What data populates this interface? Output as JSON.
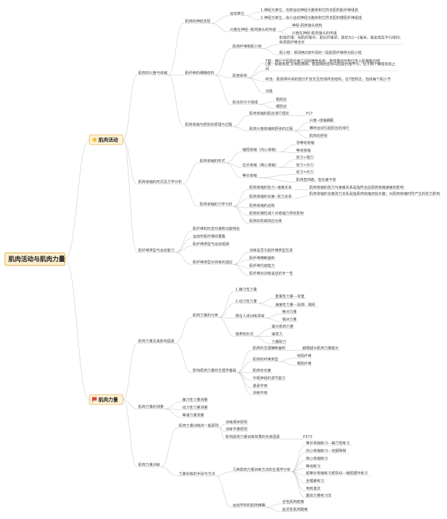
{
  "colors": {
    "root_fill": "#fdeecf",
    "root_border": "#e0b04a",
    "branch_fill": "#fff3d6",
    "branch_border": "#e2b35a",
    "edge": "#c9c9c9"
  },
  "root": {
    "label": "肌肉活动与肌肉力量"
  },
  "branches": [
    {
      "id": "muscle-activity",
      "icon": "sun-icon",
      "label": "肌肉活动"
    },
    {
      "id": "muscle-strength",
      "icon": "flag-icon",
      "label": "肌肉力量"
    }
  ],
  "nodes": {
    "a1": "肌肉的兴奋与收缩",
    "a1a": "肌肉的神经支配",
    "a1a1": "运动单位",
    "a1a1a": "1.神经元单位，也称运动神经元胞体和它所支配的肌纤维组成",
    "a1a1b": "2.神经元单位，由小运动神经元胞体和它所支配的慢肌纤维组成",
    "a1a2": "兴奋在神经--肌肉接头的传递",
    "a1a2a": "神经-肌肉接头结构",
    "a1a2b": "兴奋在神经-肌肉接头的传递",
    "a1b": "肌纤维的细微结构",
    "a1b1": "肌肉纤维和肌小结",
    "a1b1a": "肌原纤维：在肌纤维中，呈长纤维状，直径为1~2毫米，彼此相互平行排列，纵贯肌纤维全长",
    "a1b1b": "肌小结：相邻两Z线中间的一段肌原纤维称为肌小结",
    "a1b2": "肌管系统",
    "a1b2a": "T管：横行于肌原纤维之间的横管系统，能将膜动作电位传入肌细胞内部",
    "a1b2b": "L管：纵管系统,又称肌质网，肌浆网的走向与肌原纤维平行，位于两个横管系统之间",
    "a1b2c": "终池：肌浆网中间的部分扩张交互形成终池结构，在T管附近，包绕每个肌小节",
    "a1b2d": "功能",
    "a1b3": "肌丝的分子组成",
    "a1b3a": "粗肌丝",
    "a1b3b": "细肌丝",
    "a1c": "肌肉收缩与舒张的原理与过程",
    "a1c1": "肌肉收缩的肌丝滑行理论",
    "a1c1a": "P17",
    "a1c2": "肌肉兴奋收缩和舒张的过程",
    "a1c2a": "兴奋--收缩耦联",
    "a1c2b": "横桥运动引起肌丝的滑行",
    "a1c2c": "肌肉的舒张",
    "a2": "肌肉收缩的形式及力学分析",
    "a2a": "肌肉收缩的形式",
    "a2a1": "缩短收缩（向心收缩）",
    "a2a1a": "非等动收缩",
    "a2a1b": "等动收缩",
    "a2a2": "拉长收缩（离心收缩）",
    "a2a2a": "张力>阻力",
    "a2a2b": "张力<外力",
    "a2a3": "等长收缩",
    "a2a3a": "张力=外力",
    "a2a3b": "肌肉直饰稳、但长度不变",
    "a2b": "肌肉收缩的力学分析",
    "a2b1": "肌肉收缩的张力--速度关系",
    "a2b1a": "肌肉收缩的张力与速度关系是指符合此肌肉收缩速度的影响",
    "a2b2": "肌肉收缩的长度--张力关系",
    "a2b2a": "肌肉收缩的长度张力关系是指肌肉收缩初始长度；对肌肉收缩时所产生的张力影响",
    "a2b3": "肌肉收缩的总和",
    "a2b4": "肌肉的弹性减少对收缩力学的影响",
    "a2b5": "肌肉的机械效应功率",
    "a3": "肌纤维类型与运动能力",
    "a3a": "肌纤维的形态代谢和功能特征",
    "a3b": "运动时肌纤维的募集",
    "a3c": "肌纤维类型与运动成绩",
    "a3d": "肌纤维类型对训练的适应",
    "a3d1": "训练是否引起纤维类型互变",
    "a3d2": "肌纤维横断面积",
    "a3d3": "肌纤维代谢能力",
    "a3d4": "肌纤维对训练适应的专一性",
    "b1": "肌肉力量及其影响因素",
    "b1a": "肌肉力量的分类",
    "b1a1": "1.静力性力量",
    "b1a2": "2.动力性力量",
    "b1a2a": "重量性力量---举重",
    "b1a2b": "速度性力量---投掷、跳跃",
    "b1a3": "按在人体训练领域",
    "b1a3a": "绝对力量",
    "b1a3b": "相对力量",
    "b1a4": "按表现形式",
    "b1a4a": "最大肌肉力量",
    "b1a4b": "爆发力",
    "b1a4c": "力量耐力",
    "b1b": "影响肌肉力量的生理学基础",
    "b1b1": "肌肉的生理横断面积",
    "b1b1a": "越粗越大肌肉力量越大",
    "b1b2": "肌肉的纤维类型",
    "b1b2a": "快肌纤维",
    "b1b2b": "慢肌纤维",
    "b1b3": "肌肉初长度",
    "b1b4": "中枢神经的调节能力",
    "b1b5": "激素作用",
    "b1b6": "训练作用",
    "b2": "肌肉力量的测量",
    "b2a": "静力性力量测量",
    "b2b": "动力性力量测量",
    "b2c": "等速力量测量",
    "b3": "肌肉力量训练",
    "b3a": "肌肉力量训练的一般原则",
    "b3a1": "训练顺序原则",
    "b3a2": "训练节奏原则",
    "b3a3": "影响肌肉力量训练效果的负荷因素",
    "b3a3a": "P373",
    "b3b": "力量训练的手段与方法",
    "b3b1": "几种肌肉力量训练方法的生理学分析",
    "b3b1a": "等长收缩练习---静力性练习",
    "b3b1b": "向心收缩练习---克服障碍",
    "b3b1c": "离心收缩练习",
    "b3b1d": "等动练习",
    "b3b1e": "超等长收缩练习或举动---缩短循环练习",
    "b3b1f": "全幅度练习",
    "b3b1g": "电刺激法",
    "b3b1h": "震动力量练习法",
    "b3b2": "运动学校的肌肉精确",
    "b3b2a": "全性肌肉痉痛",
    "b3b2b": "延迟性肌肉酸痛"
  }
}
